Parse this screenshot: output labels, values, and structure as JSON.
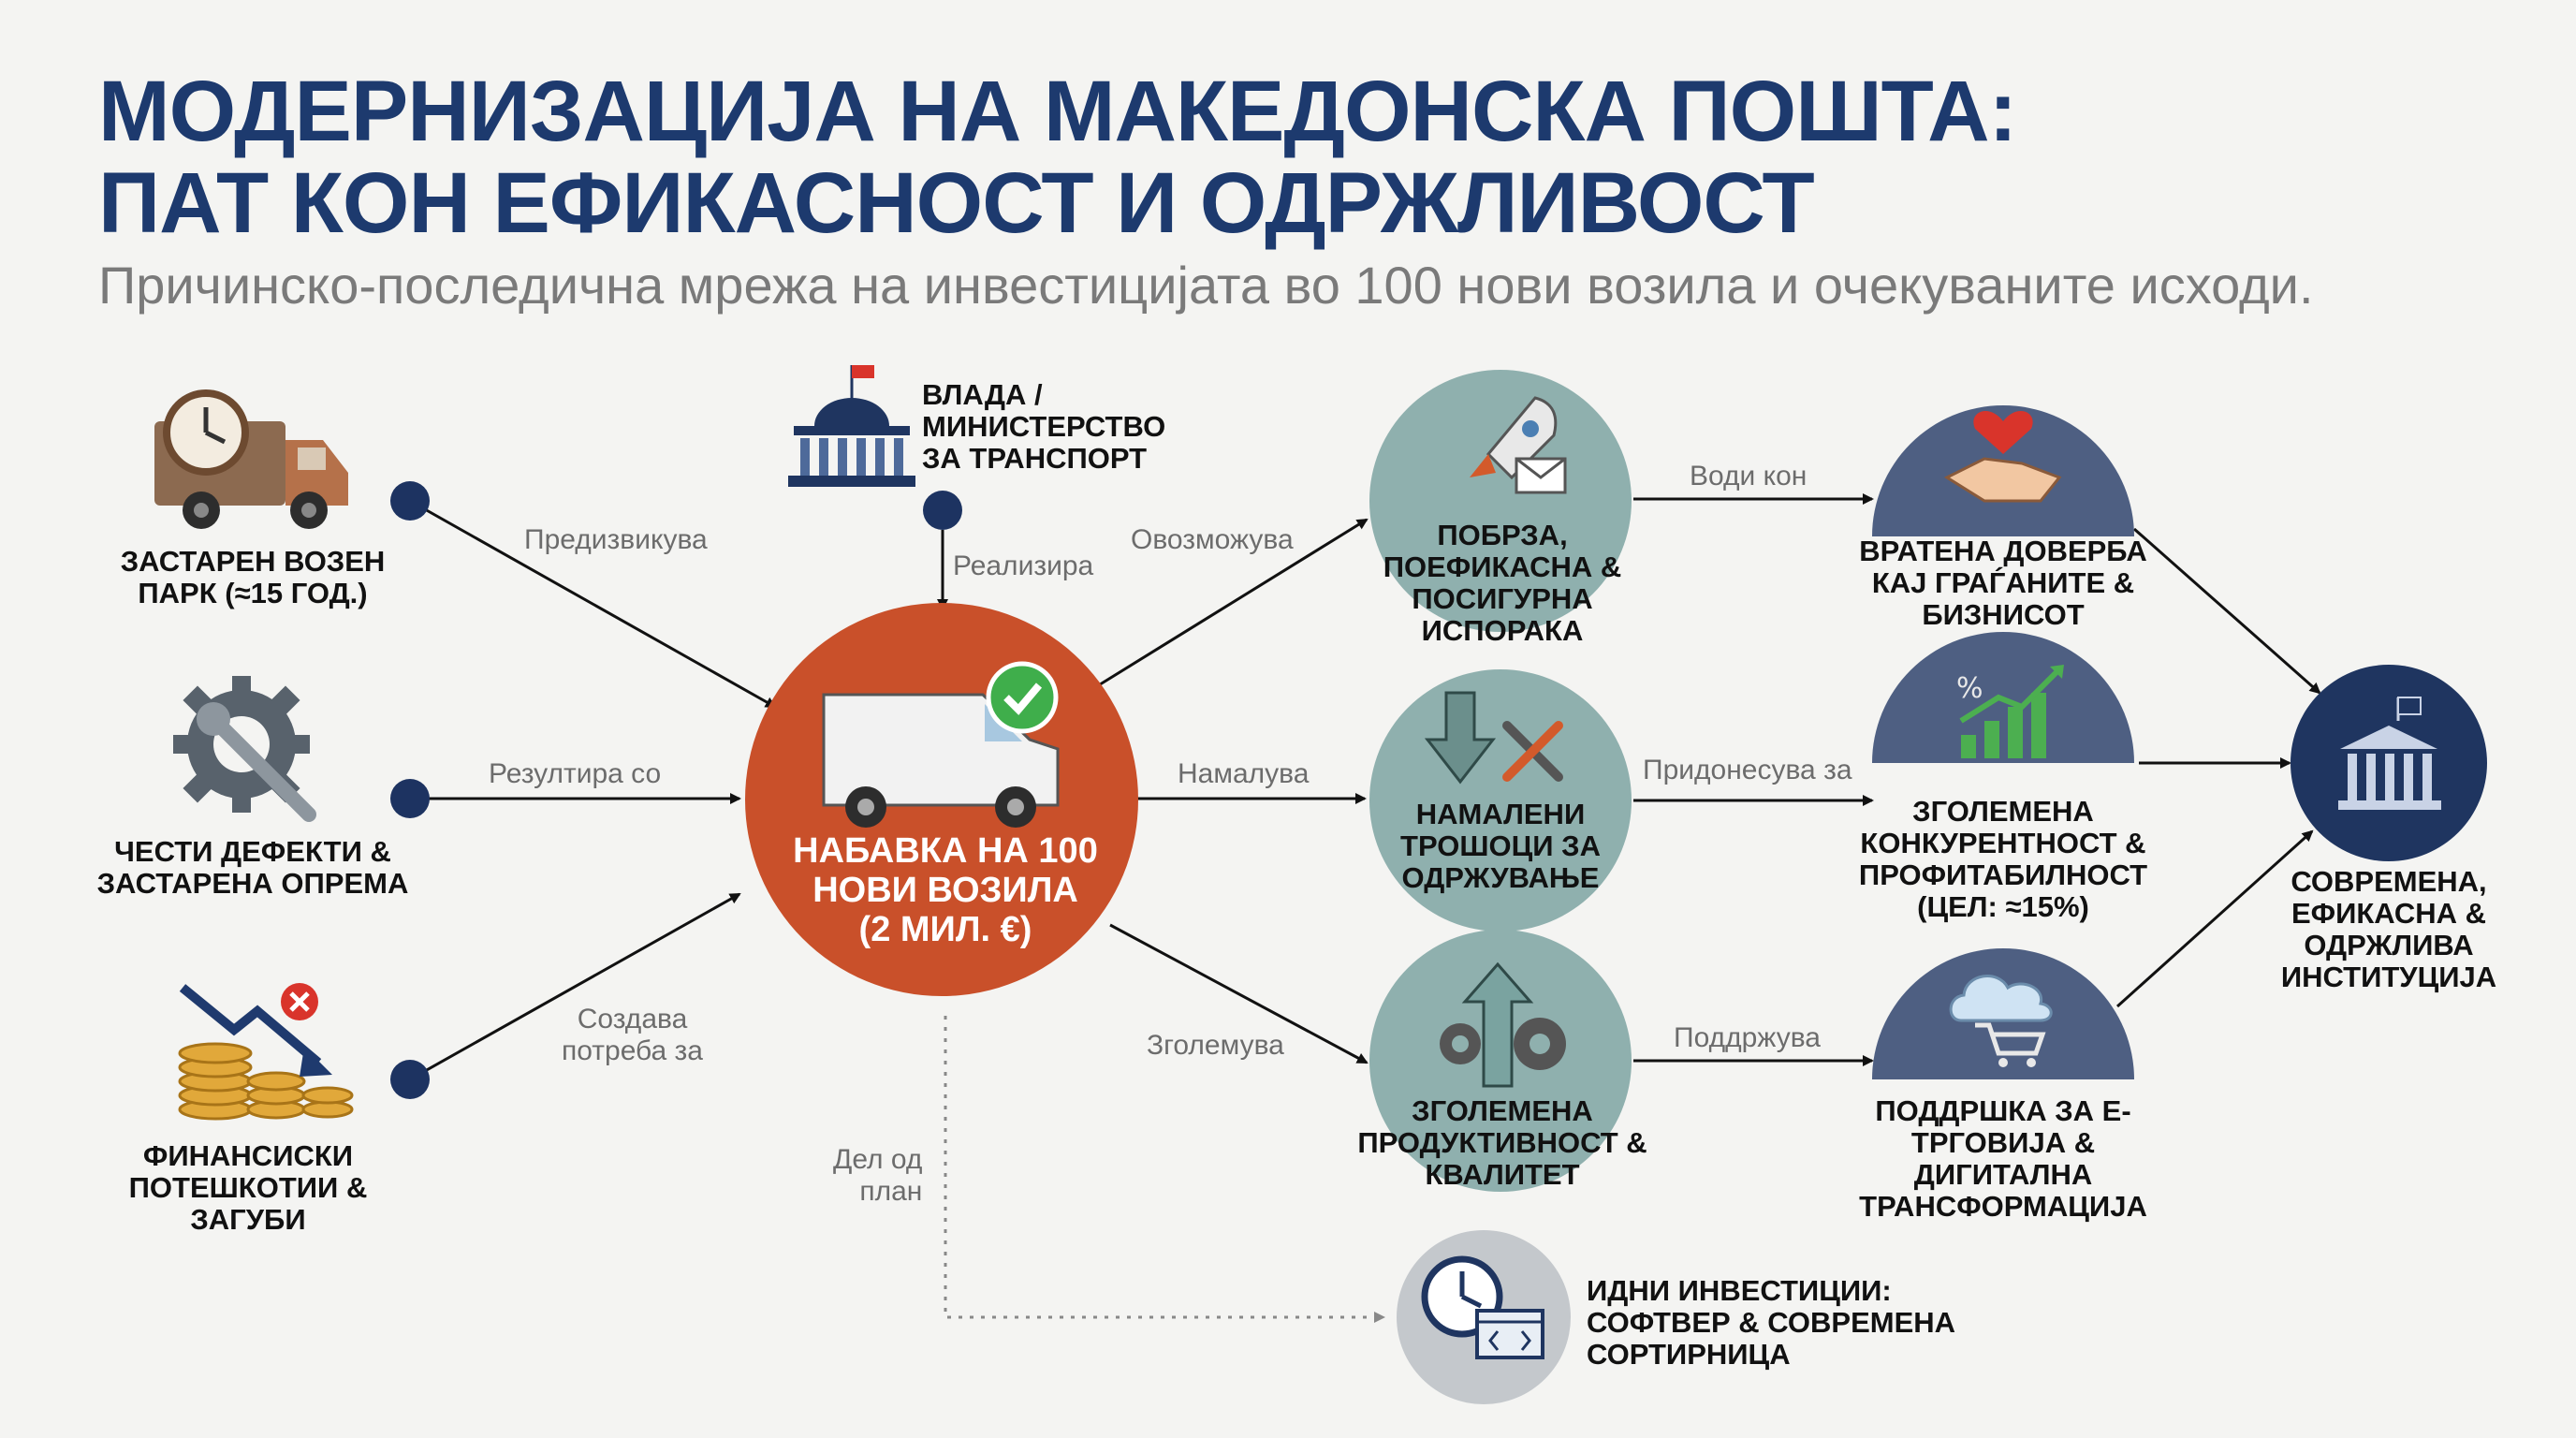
{
  "title_line1": "МОДЕРНИЗАЦИЈА НА МАКЕДОНСКА ПОШТА:",
  "title_line2": "ПАТ КОН ЕФИКАСНОСТ И ОДРЖЛИВОСТ",
  "subtitle": "Причинско-последична мрежа на инвестицијата во 100 нови возила и очекуваните исходи.",
  "colors": {
    "title": "#1d3a6e",
    "accent_orange": "#c9502a",
    "teal": "#8fb0ae",
    "navy": "#4e5f82",
    "dark_navy": "#1f3560",
    "node_dot": "#1d3361"
  },
  "causes": {
    "fleet": {
      "label": "ЗАСТАРЕН ВОЗЕН ПАРК (≈15 ГОД.)",
      "icon": "old-truck-clock-icon"
    },
    "defects": {
      "label": "ЧЕСТИ ДЕФЕКТИ & ЗАСТАРЕНА ОПРЕМА",
      "icon": "gear-wrench-icon"
    },
    "finance": {
      "label": "ФИНАНСИСКИ ПОТЕШКОТИИ & ЗАГУБИ",
      "icon": "coins-decline-icon"
    }
  },
  "government": {
    "label": "ВЛАДА / МИНИСТЕРСТВО ЗА ТРАНСПОРТ",
    "icon": "government-building-icon"
  },
  "center": {
    "line1": "НАБАВКА НА 100",
    "line2": "НОВИ ВОЗИЛА",
    "line3": "(2 МИЛ. €)",
    "icon": "delivery-van-check-icon"
  },
  "edges": {
    "fleet": "Предизвикува",
    "defects": "Резултира со",
    "finance_1": "Создава",
    "finance_2": "потреба за",
    "government": "Реализира",
    "delivery": "Овозможува",
    "costs": "Намалува",
    "productivity": "Зголемува",
    "trust": "Води кон",
    "competitiveness": "Придонесува за",
    "ecommerce": "Поддржува",
    "plan_1": "Дел од",
    "plan_2": "план"
  },
  "effects": {
    "delivery": {
      "label": "ПОБРЗА, ПОЕФИКАСНА & ПОСИГУРНА ИСПОРАКА",
      "icon": "rocket-mail-icon"
    },
    "costs": {
      "label": "НАМАЛЕНИ ТРОШОЦИ ЗА ОДРЖУВАЊЕ",
      "icon": "down-arrow-tools-icon"
    },
    "productivity": {
      "label": "ЗГОЛЕМЕНА ПРОДУКТИВНОСТ & КВАЛИТЕТ",
      "icon": "gears-up-arrow-icon"
    }
  },
  "outcomes": {
    "trust": {
      "label": "ВРАТЕНА ДОВЕРБА КАЈ ГРАЃАНИТЕ & БИЗНИСОТ",
      "icon": "handshake-heart-icon"
    },
    "competitiveness": {
      "label": "ЗГОЛЕМЕНА КОНКУРЕНТНОСТ & ПРОФИТАБИЛНОСТ (ЦЕЛ: ≈15%)",
      "icon": "growth-chart-percent-icon"
    },
    "ecommerce": {
      "label": "ПОДДРШКА ЗА Е-ТРГОВИЈА & ДИГИТАЛНА ТРАНСФОРМАЦИЈА",
      "icon": "cloud-cart-icon"
    }
  },
  "final": {
    "label": "СОВРЕМЕНА, ЕФИКАСНА & ОДРЖЛИВА ИНСТИТУЦИЈА",
    "icon": "institution-building-icon"
  },
  "future": {
    "label": "ИДНИ ИНВЕСТИЦИИ: СОФТВЕР & СОВРЕМЕНА СОРТИРНИЦА",
    "icon": "clock-code-window-icon"
  }
}
